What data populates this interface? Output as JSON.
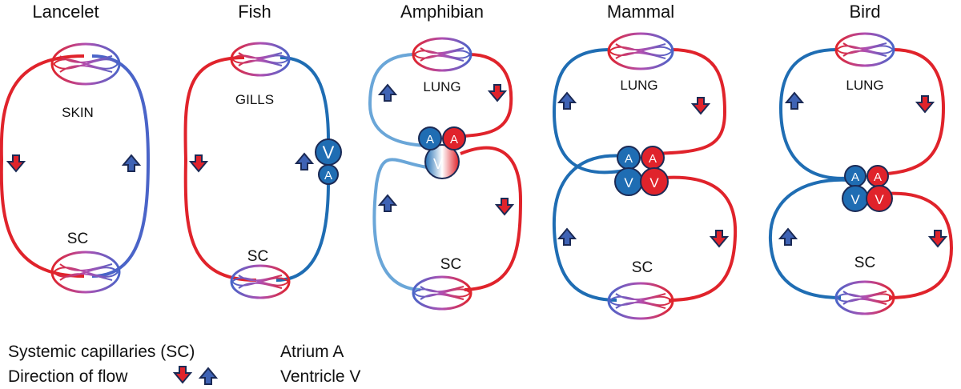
{
  "panels": [
    {
      "id": "lancelet",
      "title": "Lancelet",
      "top_label": "SKIN",
      "bottom_label": "SC"
    },
    {
      "id": "fish",
      "title": "Fish",
      "top_label": "GILLS",
      "bottom_label": "SC"
    },
    {
      "id": "amphibian",
      "title": "Amphibian",
      "top_label": "LUNG",
      "bottom_label": "SC"
    },
    {
      "id": "mammal",
      "title": "Mammal",
      "top_label": "LUNG",
      "bottom_label": "SC"
    },
    {
      "id": "bird",
      "title": "Bird",
      "top_label": "LUNG",
      "bottom_label": "SC"
    }
  ],
  "chambers": {
    "atrium": "A",
    "ventricle": "V"
  },
  "legend": {
    "sc_text": "Systemic capillaries (SC)",
    "flow_text": "Direction of flow",
    "atrium_text": "Atrium  A",
    "ventricle_text": "Ventricle V"
  },
  "colors": {
    "oxygenated": "#e0232b",
    "deoxygenated": "#1f6db3",
    "mixed": "#6aa6d8",
    "chamber_blue": "#1f6db3",
    "chamber_red": "#e0232b",
    "outline": "#1b2a55"
  }
}
